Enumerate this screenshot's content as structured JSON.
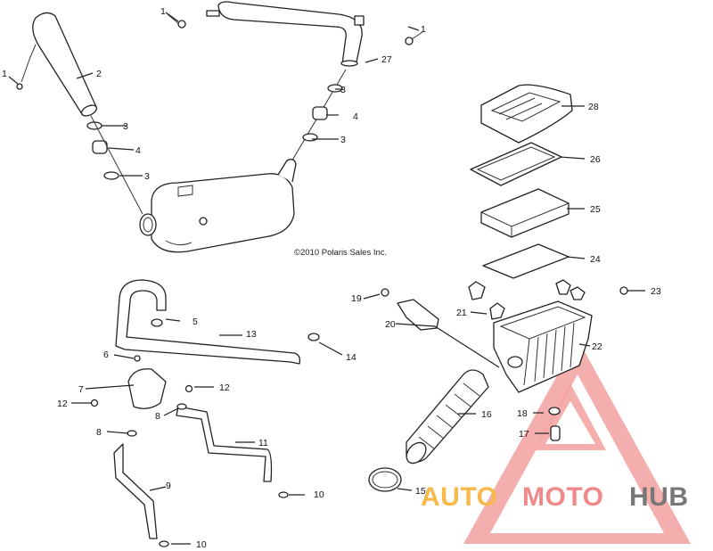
{
  "copyright": "©2010 Polaris Sales Inc.",
  "watermark": {
    "word_auto": "AUTO",
    "word_moto": "MOTO",
    "word_hub": "HUB",
    "colors": {
      "auto": "#f6b94a",
      "moto": "#f08a8a",
      "hub": "#777777",
      "triangle": "#f3a0a0"
    }
  },
  "callouts": [
    {
      "id": "c1a",
      "label": "1"
    },
    {
      "id": "c1b",
      "label": "1"
    },
    {
      "id": "c1c",
      "label": "1"
    },
    {
      "id": "c2",
      "label": "2"
    },
    {
      "id": "c3a",
      "label": "3"
    },
    {
      "id": "c3b",
      "label": "3"
    },
    {
      "id": "c3c",
      "label": "3"
    },
    {
      "id": "c3d",
      "label": "3"
    },
    {
      "id": "c4a",
      "label": "4"
    },
    {
      "id": "c4b",
      "label": "4"
    },
    {
      "id": "c5",
      "label": "5"
    },
    {
      "id": "c6",
      "label": "6"
    },
    {
      "id": "c7",
      "label": "7"
    },
    {
      "id": "c8a",
      "label": "8"
    },
    {
      "id": "c8b",
      "label": "8"
    },
    {
      "id": "c9",
      "label": "9"
    },
    {
      "id": "c10a",
      "label": "10"
    },
    {
      "id": "c10b",
      "label": "10"
    },
    {
      "id": "c11",
      "label": "11"
    },
    {
      "id": "c12a",
      "label": "12"
    },
    {
      "id": "c12b",
      "label": "12"
    },
    {
      "id": "c13",
      "label": "13"
    },
    {
      "id": "c14",
      "label": "14"
    },
    {
      "id": "c15",
      "label": "15"
    },
    {
      "id": "c16",
      "label": "16"
    },
    {
      "id": "c17",
      "label": "17"
    },
    {
      "id": "c18",
      "label": "18"
    },
    {
      "id": "c19",
      "label": "19"
    },
    {
      "id": "c20",
      "label": "20"
    },
    {
      "id": "c21",
      "label": "21"
    },
    {
      "id": "c22",
      "label": "22"
    },
    {
      "id": "c23",
      "label": "23"
    },
    {
      "id": "c24",
      "label": "24"
    },
    {
      "id": "c25",
      "label": "25"
    },
    {
      "id": "c26",
      "label": "26"
    },
    {
      "id": "c27",
      "label": "27"
    },
    {
      "id": "c28",
      "label": "28"
    }
  ]
}
